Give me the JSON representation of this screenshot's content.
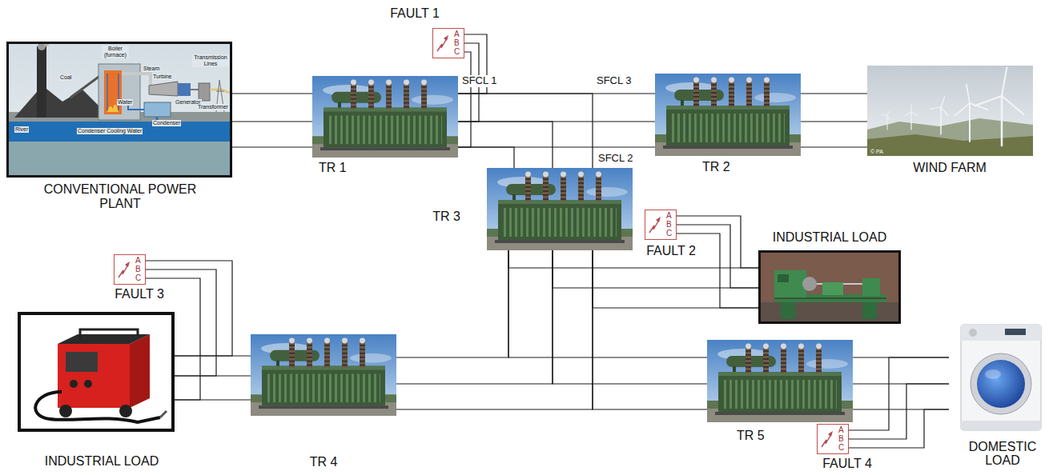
{
  "diagram": {
    "nodes": [
      {
        "text": [
          "CONVENTIONAL POWER PLANT"
        ]
      },
      {
        "text": [
          "FAULT 1",
          "A",
          "B",
          "C"
        ]
      },
      {
        "text": [
          "TR 1"
        ]
      },
      {
        "text": [
          "TR 2"
        ]
      },
      {
        "text": [
          "WIND FARM"
        ]
      },
      {
        "text": [
          "TR 3"
        ]
      },
      {
        "text": [
          "FAULT 2",
          "A",
          "B",
          "C"
        ]
      },
      {
        "text": [
          "INDUSTRIAL LOAD"
        ]
      },
      {
        "text": [
          "FAULT 3",
          "A",
          "B",
          "C"
        ]
      },
      {
        "text": [
          "INDUSTRIAL LOAD"
        ]
      },
      {
        "text": [
          "TR 4"
        ]
      },
      {
        "text": [
          "TR 5"
        ]
      },
      {
        "text": [
          "DOMESTIC LOAD"
        ]
      },
      {
        "text": [
          "FAULT 4",
          "A",
          "B",
          "C"
        ]
      }
    ],
    "edges": [
      {
        "from": 0,
        "to": 2,
        "arrow": "none"
      },
      {
        "from": 2,
        "to": 3,
        "arrow": "none"
      },
      {
        "from": 3,
        "to": 4,
        "arrow": "none"
      },
      {
        "from": 2,
        "to": 5,
        "arrow": "none"
      },
      {
        "from": 1,
        "to": 2,
        "arrow": "none"
      },
      {
        "from": 5,
        "to": 7,
        "arrow": "none"
      },
      {
        "from": 5,
        "to": 10,
        "arrow": "none"
      },
      {
        "from": 5,
        "to": 11,
        "arrow": "none"
      },
      {
        "from": 6,
        "to": 7,
        "arrow": "none"
      },
      {
        "from": 8,
        "to": 9,
        "arrow": "none"
      },
      {
        "from": 10,
        "to": 9,
        "arrow": "none"
      },
      {
        "from": 11,
        "to": 12,
        "arrow": "none"
      },
      {
        "from": 13,
        "to": 12,
        "arrow": "none"
      }
    ],
    "labels": [
      "SFCL 1",
      "SFCL 3",
      "SFCL 2",
      "Coal",
      "Boiler (furnace)",
      "Steam",
      "Turbine",
      "Transmission Lines",
      "Water",
      "Generator",
      "Transformer",
      "Condenser",
      "River",
      "Condenser Cooling Water",
      "© PA"
    ]
  }
}
